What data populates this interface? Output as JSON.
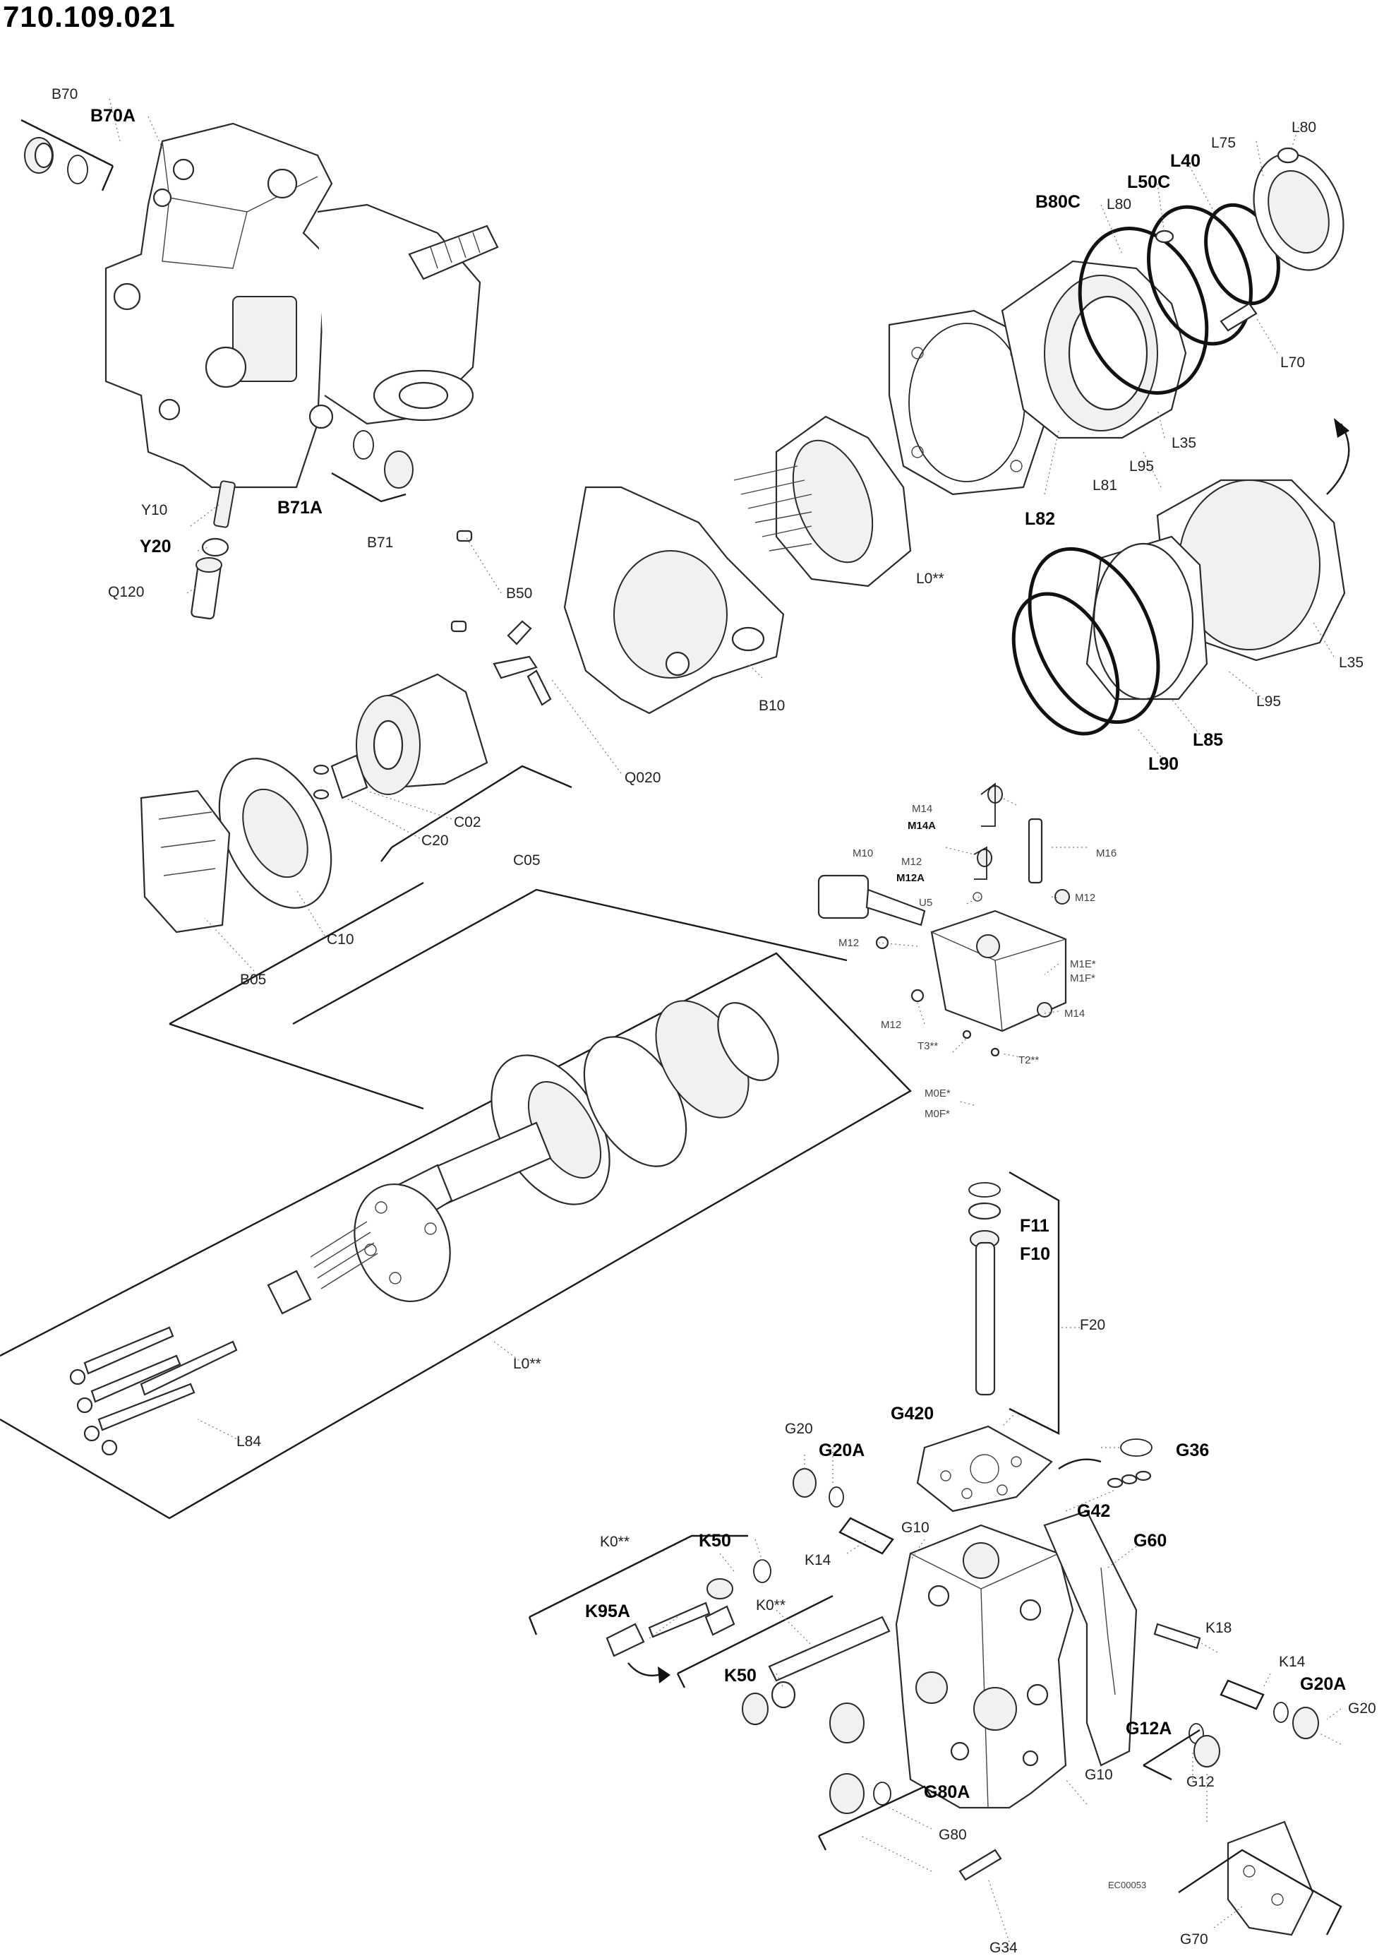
{
  "drawing": {
    "number": "710.109.021",
    "footer_code": "EC00053"
  },
  "labels": {
    "B70": "B70",
    "B70A": "B70A",
    "B71A": "B71A",
    "B71": "B71",
    "Y10": "Y10",
    "Y20": "Y20",
    "Q120": "Q120",
    "B50": "B50",
    "B10": "B10",
    "Q020": "Q020",
    "C02": "C02",
    "C20": "C20",
    "C05": "C05",
    "C10": "C10",
    "B05": "B05",
    "L80a": "L80",
    "L75": "L75",
    "L40": "L40",
    "L50C": "L50C",
    "L80b": "L80",
    "B80C": "B80C",
    "L70": "L70",
    "L35a": "L35",
    "L95a": "L95",
    "L81": "L81",
    "L82": "L82",
    "L0a": "L0**",
    "L35b": "L35",
    "L95b": "L95",
    "L85": "L85",
    "L90": "L90",
    "M14a": "M14",
    "M14A": "M14A",
    "M16": "M16",
    "M10": "M10",
    "M12a": "M12",
    "M12A": "M12A",
    "U5": "U5",
    "M12b": "M12",
    "M12c": "M12",
    "M1E": "M1E*",
    "M1F": "M1F*",
    "M12d": "M12",
    "M14b": "M14",
    "T3": "T3**",
    "T2": "T2**",
    "M0E": "M0E*",
    "M0F": "M0F*",
    "L0b": "L0**",
    "L84": "L84",
    "F11": "F11",
    "F10": "F10",
    "F20": "F20",
    "G420": "G420",
    "G36": "G36",
    "G20a": "G20",
    "G20Aa": "G20A",
    "G42": "G42",
    "G10a": "G10",
    "G60": "G60",
    "K14a": "K14",
    "K0a": "K0**",
    "K50a": "K50",
    "K95A": "K95A",
    "K0b": "K0**",
    "K50b": "K50",
    "K18": "K18",
    "K14b": "K14",
    "G20Ab": "G20A",
    "G20b": "G20",
    "G12A": "G12A",
    "G12": "G12",
    "G10b": "G10",
    "G80A": "G80A",
    "G80": "G80",
    "G34": "G34",
    "G70": "G70"
  },
  "colors": {
    "ink": "#1a1a1a",
    "paper": "#ffffff"
  }
}
